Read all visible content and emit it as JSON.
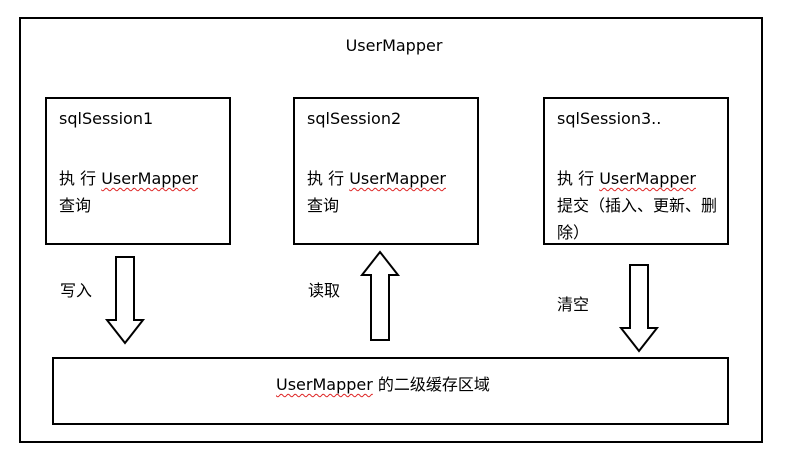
{
  "diagram": {
    "title": "UserMapper",
    "sessions": [
      {
        "name": "sqlSession1",
        "verb": "执 行 ",
        "mapper": "UserMapper",
        "rest": "查询"
      },
      {
        "name": "sqlSession2",
        "verb": "执 行 ",
        "mapper": "UserMapper",
        "rest": "查询"
      },
      {
        "name": "sqlSession3..",
        "verb": "执 行 ",
        "mapper": "UserMapper",
        "rest": "提交（插入、更新、删除）"
      }
    ],
    "operations": [
      "写入",
      "读取",
      "清空"
    ],
    "cache": {
      "mapper": "UserMapper",
      "suffix": " 的二级缓存区域"
    }
  }
}
